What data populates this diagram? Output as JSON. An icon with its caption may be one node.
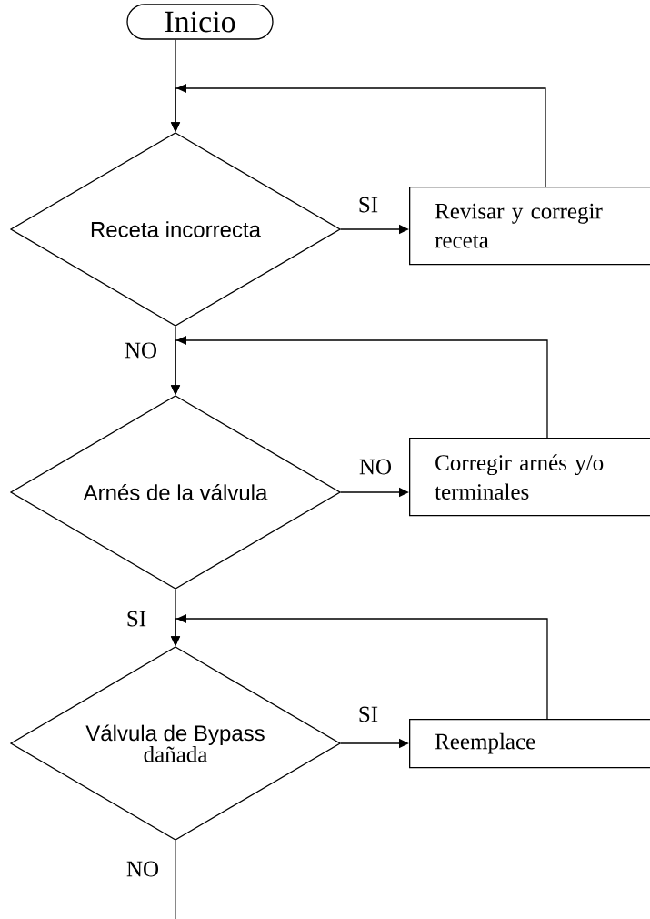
{
  "diagram": {
    "nodes": [
      {
        "text": [
          "Inicio"
        ]
      },
      {
        "text": [
          "Receta incorrecta"
        ]
      },
      {
        "text": [
          "Revisar y corregir receta"
        ]
      },
      {
        "text": [
          "Arnés de la válvula"
        ]
      },
      {
        "text": [
          "Corregir arnés y/o terminales"
        ]
      },
      {
        "text": [
          "Válvula de Bypass",
          "dañada"
        ]
      },
      {
        "text": [
          "Reemplace"
        ]
      }
    ],
    "edges": [
      {
        "from": 0,
        "to": 1,
        "arrow": "to"
      },
      {
        "from": 1,
        "to": 2,
        "arrow": "to",
        "label": "SI"
      },
      {
        "from": 2,
        "to": 1,
        "arrow": "to"
      },
      {
        "from": 1,
        "to": 3,
        "arrow": "to",
        "label": "NO"
      },
      {
        "from": 3,
        "to": 4,
        "arrow": "to",
        "label": "NO"
      },
      {
        "from": 4,
        "to": 3,
        "arrow": "to"
      },
      {
        "from": 3,
        "to": 5,
        "arrow": "to",
        "label": "SI"
      },
      {
        "from": 5,
        "to": 6,
        "arrow": "to",
        "label": "SI"
      },
      {
        "from": 6,
        "to": 5,
        "arrow": "to"
      },
      {
        "from": 5,
        "to": null,
        "arrow": "none",
        "label": "NO"
      }
    ]
  }
}
